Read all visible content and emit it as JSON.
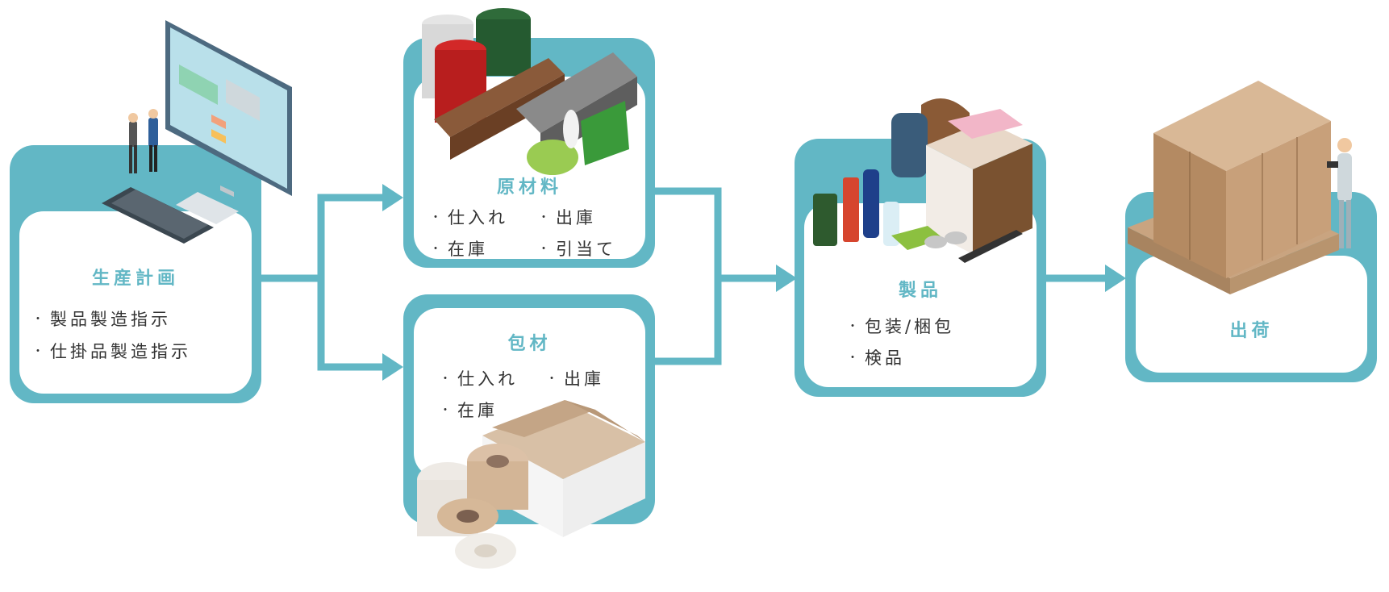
{
  "colors": {
    "accent": "#62b7c5",
    "text": "#333333"
  },
  "steps": {
    "planning": {
      "title": "生産計画",
      "items": [
        "製品製造指示",
        "仕掛品製造指示"
      ]
    },
    "raw_materials": {
      "title": "原材料",
      "items": [
        "仕入れ",
        "出庫",
        "在庫",
        "引当て"
      ]
    },
    "packaging": {
      "title": "包材",
      "items": [
        "仕入れ",
        "出庫",
        "在庫"
      ]
    },
    "products": {
      "title": "製品",
      "items": [
        "包装/梱包",
        "検品"
      ]
    },
    "shipping": {
      "title": "出荷"
    }
  },
  "bullet": "・",
  "icons": {
    "planning": "computer-monitor-with-people-icon",
    "raw_materials": "drums-lumber-steel-produce-icon",
    "packaging": "box-and-tape-rolls-icon",
    "products": "furniture-bottles-goods-icon",
    "shipping": "pallet-boxes-worker-icon"
  }
}
